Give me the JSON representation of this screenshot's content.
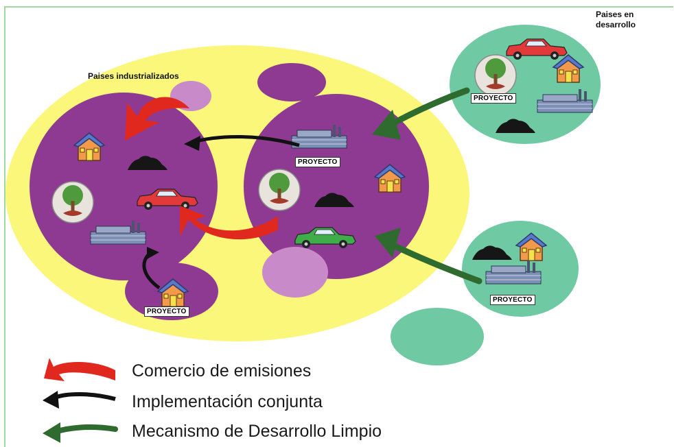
{
  "labels": {
    "industrialized": "Paises industrializados",
    "developing": "Paises en desarrollo",
    "project": "PROYECTO"
  },
  "legend": [
    {
      "text": "Comercio de emisiones",
      "color": "#e0281e",
      "icon": "red-curved-arrow-icon"
    },
    {
      "text": "Implementación conjunta",
      "color": "#111111",
      "icon": "black-curved-arrow-icon"
    },
    {
      "text": "Mecanismo de Desarrollo Limpio",
      "color": "#2f6b2f",
      "icon": "green-brush-arrow-icon"
    }
  ],
  "colors": {
    "industrial_zone": "#fbf77a",
    "country": "#8f3a92",
    "country_light": "#c88ac8",
    "developing": "#6fcaa3",
    "emissions_trading": "#e0281e",
    "joint_implementation": "#111111",
    "clean_development": "#2f6b2f"
  }
}
